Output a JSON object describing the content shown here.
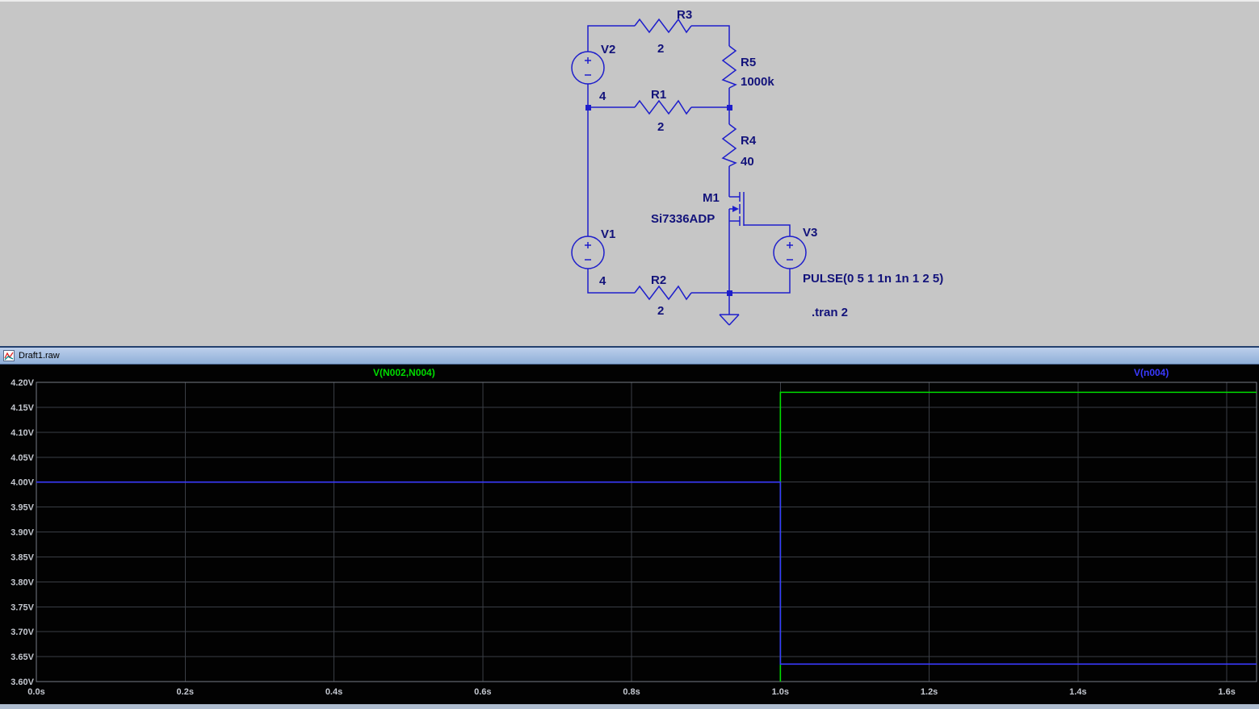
{
  "schematic": {
    "components": {
      "R3": {
        "name": "R3",
        "value": "2"
      },
      "R5": {
        "name": "R5",
        "value": "1000k"
      },
      "R1": {
        "name": "R1",
        "value": "2"
      },
      "R4": {
        "name": "R4",
        "value": "40"
      },
      "R2": {
        "name": "R2",
        "value": "2"
      },
      "V2": {
        "name": "V2",
        "value": "4"
      },
      "V1": {
        "name": "V1",
        "value": "4"
      },
      "V3": {
        "name": "V3",
        "value": "PULSE(0 5 1 1n 1n 1 2 5)"
      },
      "M1": {
        "name": "M1",
        "value": "Si7336ADP"
      }
    },
    "directive": ".tran 2",
    "colors": {
      "wire": "#1e1ecb",
      "text": "#12127a",
      "background": "#c6c6c6"
    }
  },
  "waveform_window": {
    "title": "Draft1.raw"
  },
  "chart_data": {
    "type": "line",
    "title": "",
    "xlabel": "",
    "ylabel": "",
    "x_unit": "s",
    "y_unit": "V",
    "xlim": [
      0,
      1.64
    ],
    "ylim": [
      3.6,
      4.2
    ],
    "x_tick_step": 0.2,
    "y_tick_step": 0.05,
    "grid": true,
    "legend_position": "top",
    "x_ticks_labels": [
      "0.0s",
      "0.2s",
      "0.4s",
      "0.6s",
      "0.8s",
      "1.0s",
      "1.2s",
      "1.4s",
      "1.6s"
    ],
    "y_ticks_labels": [
      "4.20V",
      "4.15V",
      "4.10V",
      "4.05V",
      "4.00V",
      "3.95V",
      "3.90V",
      "3.85V",
      "3.80V",
      "3.75V",
      "3.70V",
      "3.65V",
      "3.60V"
    ],
    "series": [
      {
        "name": "V(N002,N004)",
        "color": "#00dc00",
        "enter_from_below_at": 1.0,
        "steps": [
          {
            "x0": 1.0,
            "x1": 1.64,
            "y": 4.18
          }
        ]
      },
      {
        "name": "V(n004)",
        "color": "#3a3aff",
        "steps": [
          {
            "x0": 0.0,
            "x1": 1.0,
            "y": 4.0
          },
          {
            "x0": 1.0,
            "x1": 1.64,
            "y": 3.635
          }
        ]
      }
    ]
  }
}
